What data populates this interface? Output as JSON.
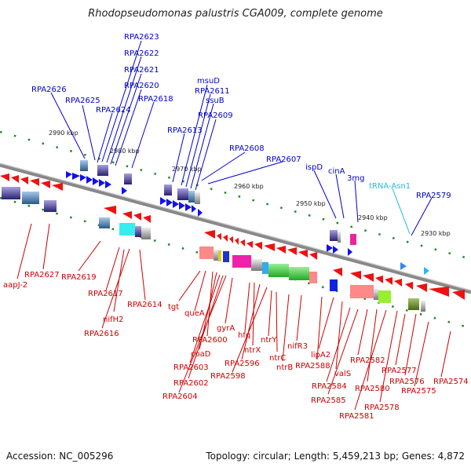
{
  "title": "Rhodopseudomonas palustris CGA009, complete genome",
  "footer": {
    "accession": "Accession: NC_005296",
    "summary": "Topology: circular; Length: 5,459,213 bp; Genes: 4,872"
  },
  "colors": {
    "top_label": "#0000cc",
    "bottom_label": "#cc0000",
    "rna_label": "#22bbdd",
    "backbone": "#777777",
    "tick": "#228822"
  },
  "kbp_ticks": [
    "2990 kbp",
    "2980 kbp",
    "2970 kbp",
    "2960 kbp",
    "2950 kbp",
    "2940 kbp",
    "2930 kbp"
  ],
  "top_labels": [
    "RPA2623",
    "RPA2622",
    "RPA2621",
    "RPA2620",
    "RPA2626",
    "RPA2625",
    "RPA2624",
    "RPA2618",
    "msuD",
    "RPA2611",
    "ssuB",
    "RPA2609",
    "RPA2613",
    "RPA2608",
    "RPA2607",
    "ispD",
    "cinA",
    "3mg",
    "RPA2579"
  ],
  "rna_labels": [
    "tRNA-Asn1"
  ],
  "bottom_labels": [
    "aapJ-2",
    "RPA2627",
    "RPA2619",
    "RPA2617",
    "nifH2",
    "RPA2616",
    "RPA2614",
    "tgt",
    "queA",
    "gyrA",
    "RPA2600",
    "coaD",
    "RPA2603",
    "RPA2602",
    "RPA2604",
    "hfq",
    "ntrX",
    "RPA2596",
    "RPA2598",
    "ntrY",
    "ntrC",
    "ntrB",
    "nifR3",
    "RPA2588",
    "lipA2",
    "valS",
    "RPA2584",
    "RPA2585",
    "RPA2582",
    "RPA2580",
    "RPA2581",
    "RPA2578",
    "RPA2577",
    "RPA2576",
    "RPA2575",
    "RPA2574"
  ]
}
